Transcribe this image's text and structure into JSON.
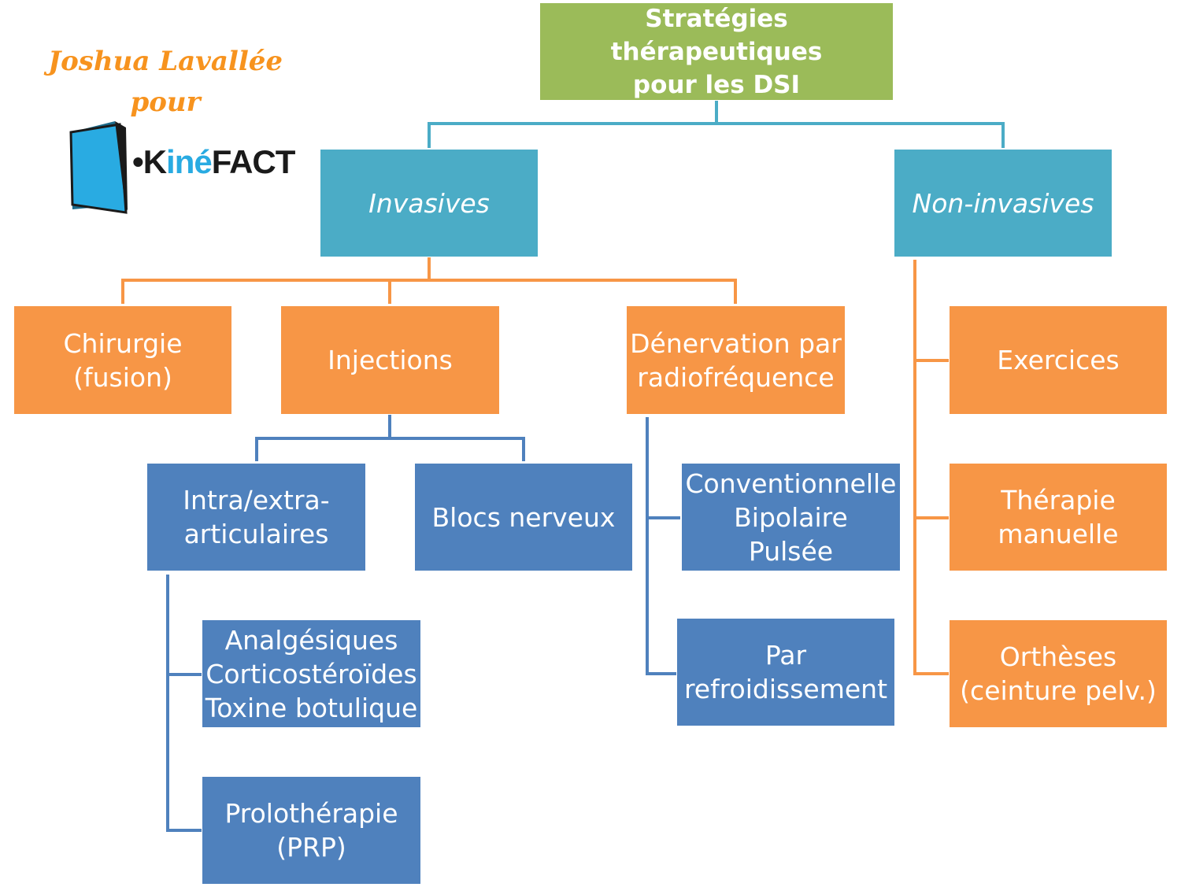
{
  "credit": "Joshua Lavallée\npour",
  "logo": {
    "prefix": "•K",
    "accent": "iné",
    "suffix": "FACT"
  },
  "nodes": {
    "root": "Stratégies thérapeutiques\npour les DSI",
    "invasive": "Invasives",
    "noninvasive": "Non-invasives",
    "surgery": "Chirurgie\n(fusion)",
    "injections": "Injections",
    "denervation": "Dénervation par\nradiofréquence",
    "exercises": "Exercices",
    "manual": "Thérapie\nmanuelle",
    "orthoses": "Orthèses\n(ceinture pelv.)",
    "intra": "Intra/extra-\narticulaires",
    "nerve_blocks": "Blocs nerveux",
    "rf_types": "Conventionnelle\nBipolaire\nPulsée",
    "cooling": "Par\nrefroidissement",
    "drugs": "Analgésiques\nCorticostéroïdes\nToxine botulique",
    "prolo": "Prolothérapie\n(PRP)"
  },
  "colors": {
    "root": "#9bbb59",
    "level1": "#4bacc6",
    "level2": "#f79646",
    "level3": "#4f81bd",
    "credit": "#f7931e"
  }
}
